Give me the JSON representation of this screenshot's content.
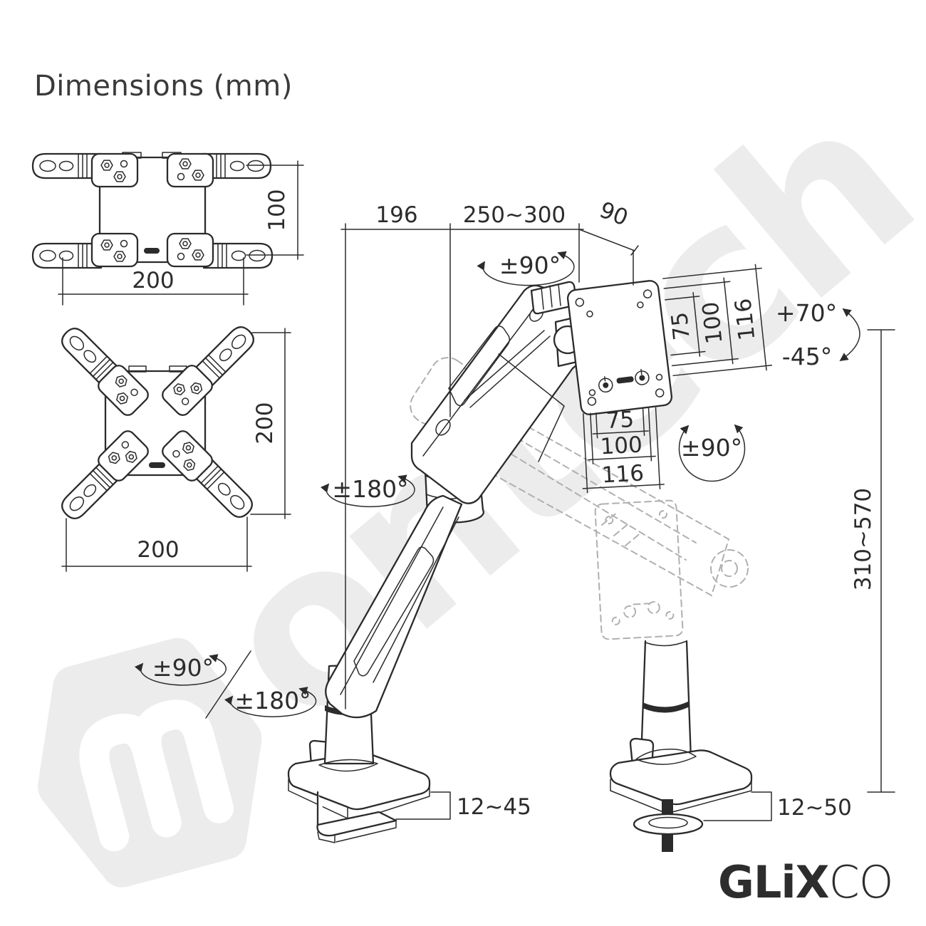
{
  "title": "Dimensions (mm)",
  "watermark": {
    "logo_letter": "m",
    "text": "ontech"
  },
  "brand": {
    "bold": "GLiX",
    "light": "CO"
  },
  "colors": {
    "line": "#2b2b2b",
    "dim_text": "#2c2c2c",
    "ghost": "#b0b0b0",
    "watermark": "#ececec"
  },
  "views": {
    "extension_bracket": {
      "height": "100",
      "width": "200"
    },
    "x_bracket": {
      "height": "200",
      "width": "200"
    },
    "arm": {
      "reach_rear": "196",
      "reach_front": "250~300",
      "head_offset": "90",
      "head_swivel": "±90°",
      "tilt_up": "+70°",
      "tilt_down": "-45°",
      "vesa_rotation": "±90°",
      "mid_swivel": "±180°",
      "base_swivel": "±90°",
      "base_rotation": "±180°",
      "vesa_vertical": [
        "75",
        "100",
        "116"
      ],
      "vesa_horizontal": [
        "75",
        "100",
        "116"
      ],
      "clamp_range": "12~45",
      "grommet_range": "12~50",
      "height_range": "310~570"
    }
  }
}
